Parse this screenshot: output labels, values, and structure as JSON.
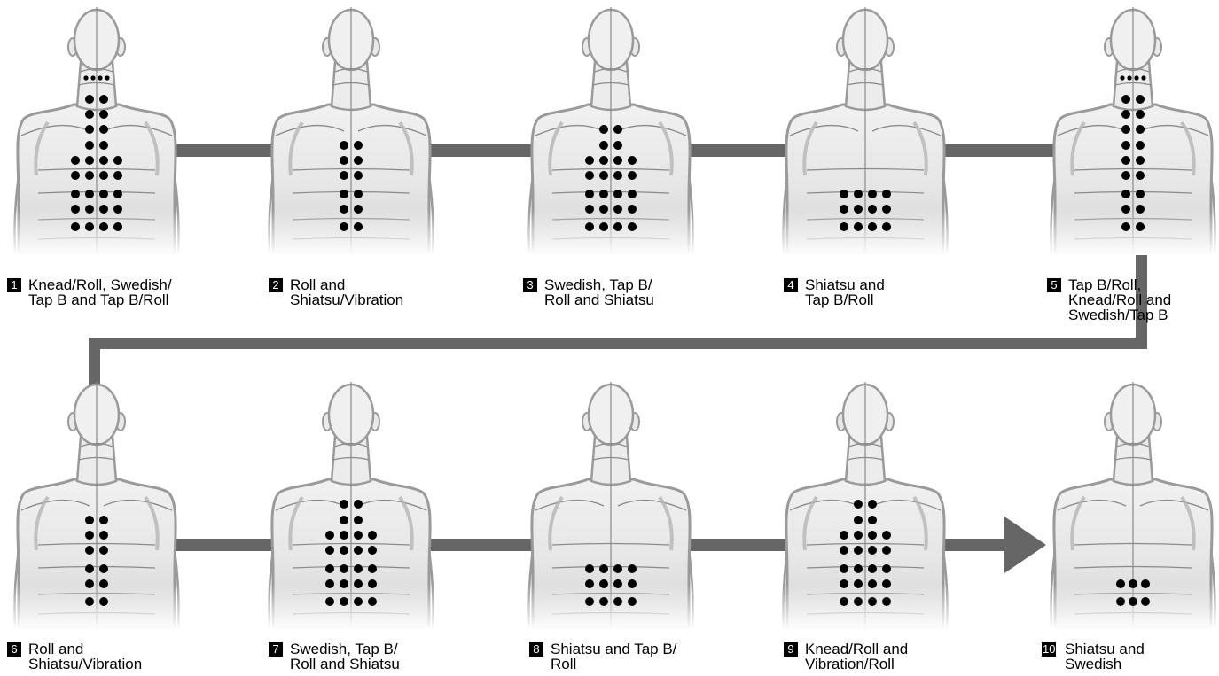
{
  "colors": {
    "skin_light": "#f1f1f1",
    "skin_dark": "#d2d2d2",
    "outline": "#9a9a9a",
    "contour": "#8a8a8a",
    "dot": "#000000",
    "connector": "#666666"
  },
  "steps": [
    {
      "number": "1",
      "label": "Knead/Roll, Swedish/\nTap B and Tap B/Roll",
      "neck_dots": true,
      "dot_rows": [
        2,
        2,
        2,
        2,
        4,
        4,
        4,
        4,
        4
      ]
    },
    {
      "number": "2",
      "label": "Roll and\nShiatsu/Vibration",
      "neck_dots": false,
      "dot_rows": [
        0,
        0,
        0,
        2,
        2,
        2,
        2,
        2,
        2
      ]
    },
    {
      "number": "3",
      "label": "Swedish, Tap B/\nRoll and Shiatsu",
      "neck_dots": false,
      "dot_rows": [
        0,
        0,
        2,
        2,
        4,
        4,
        4,
        4,
        4
      ]
    },
    {
      "number": "4",
      "label": "Shiatsu and\nTap B/Roll",
      "neck_dots": false,
      "dot_rows": [
        0,
        0,
        0,
        0,
        0,
        0,
        4,
        4,
        4
      ]
    },
    {
      "number": "5",
      "label": "Tap B/Roll,\nKnead/Roll and\nSwedish/Tap B",
      "neck_dots": true,
      "dot_rows": [
        2,
        2,
        2,
        2,
        2,
        2,
        2,
        2,
        2
      ]
    },
    {
      "number": "6",
      "label": "Roll and\nShiatsu/Vibration",
      "neck_dots": false,
      "dot_rows": [
        0,
        0,
        0,
        2,
        2,
        2,
        2,
        2,
        2
      ]
    },
    {
      "number": "7",
      "label": "Swedish, Tap B/\nRoll and Shiatsu",
      "neck_dots": false,
      "dot_rows": [
        0,
        0,
        2,
        2,
        4,
        4,
        4,
        4,
        4
      ]
    },
    {
      "number": "8",
      "label": "Shiatsu and Tap B/\nRoll",
      "neck_dots": false,
      "dot_rows": [
        0,
        0,
        0,
        0,
        0,
        0,
        4,
        4,
        4
      ]
    },
    {
      "number": "9",
      "label": "Knead/Roll and\nVibration/Roll",
      "neck_dots": false,
      "dot_rows": [
        0,
        0,
        2,
        2,
        4,
        4,
        4,
        4,
        4
      ]
    },
    {
      "number": "10",
      "label": "Shiatsu and\nSwedish",
      "neck_dots": false,
      "dot_rows": [
        0,
        0,
        0,
        0,
        0,
        0,
        0,
        3,
        3
      ]
    }
  ]
}
